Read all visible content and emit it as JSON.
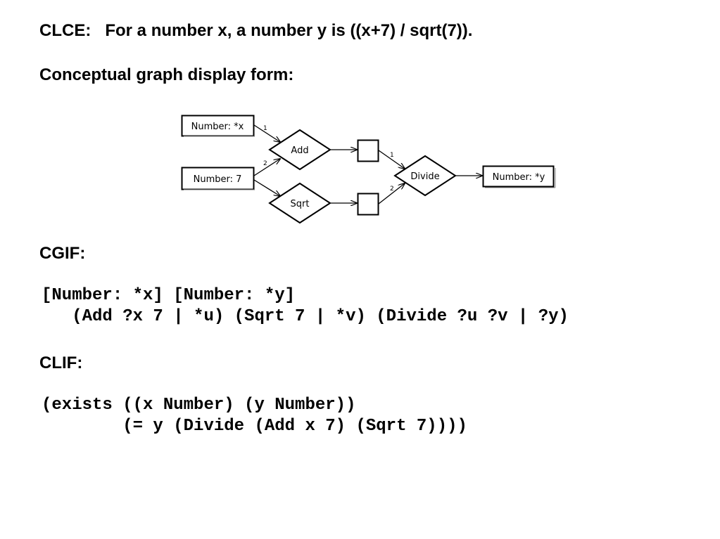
{
  "clce": {
    "label": "CLCE:",
    "sentence": "For a number x, a number y is ((x+7) / sqrt(7))."
  },
  "display_form": {
    "heading": "Conceptual graph display form:"
  },
  "diagram": {
    "concepts": {
      "number_x": "Number: *x",
      "number_7": "Number: 7",
      "number_y": "Number: *y",
      "blank_add": "",
      "blank_sqrt": ""
    },
    "relations": {
      "add": "Add",
      "sqrt": "Sqrt",
      "divide": "Divide"
    },
    "arc_numbers": {
      "add_1": "1",
      "add_2": "2",
      "divide_1": "1",
      "divide_2": "2"
    }
  },
  "cgif": {
    "heading": "CGIF:",
    "line1": "[Number: *x] [Number: *y]",
    "line2": "   (Add ?x 7 | *u) (Sqrt 7 | *v) (Divide ?u ?v | ?y)"
  },
  "clif": {
    "heading": "CLIF:",
    "line1": "(exists ((x Number) (y Number))",
    "line2": "        (= y (Divide (Add x 7) (Sqrt 7))))"
  }
}
